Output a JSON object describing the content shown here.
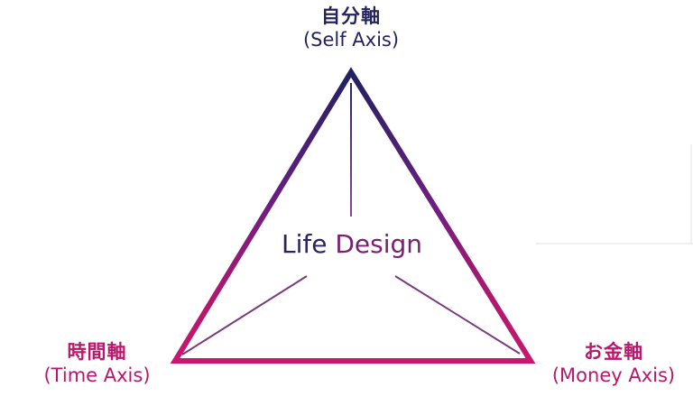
{
  "diagram": {
    "title": {
      "word1": "Life",
      "word2": "Design"
    },
    "axes": [
      {
        "id": "self",
        "position": "top",
        "label_jp": "自分軸",
        "label_en": "(Self Axis)"
      },
      {
        "id": "time",
        "position": "bottom-left",
        "label_jp": "時間軸",
        "label_en": "(Time Axis)"
      },
      {
        "id": "money",
        "position": "bottom-right",
        "label_jp": "お金軸",
        "label_en": "(Money Axis)"
      }
    ],
    "colors": {
      "top": "#1f2160",
      "middle": "#6a1f80",
      "bottom": "#c8176e",
      "spoke": "#7a3a7e"
    },
    "shape": "triangle"
  }
}
